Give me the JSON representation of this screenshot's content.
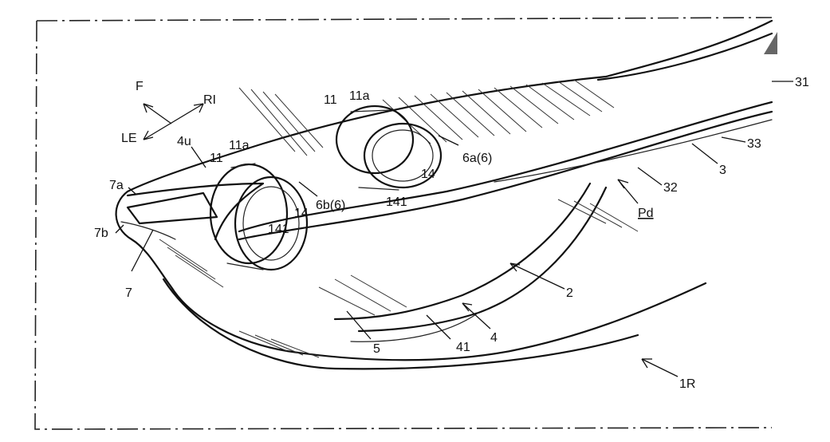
{
  "labels": {
    "direction_f": "F",
    "direction_ri": "RI",
    "direction_le": "LE",
    "ref_31": "31",
    "ref_33": "33",
    "ref_3": "3",
    "ref_32": "32",
    "ref_pd": "Pd",
    "ref_2": "2",
    "ref_4": "4",
    "ref_41": "41",
    "ref_5": "5",
    "ref_1r": "1R",
    "ref_7": "7",
    "ref_7a": "7a",
    "ref_7b": "7b",
    "ref_4u": "4u",
    "ref_11_left": "11",
    "ref_11a_left": "11a",
    "ref_11_right": "11",
    "ref_11a_right": "11a",
    "ref_6a": "6a(6)",
    "ref_6b": "6b(6)",
    "ref_14_left": "14",
    "ref_14_right": "14",
    "ref_141_left": "141",
    "ref_141_right": "141"
  },
  "colors": {
    "ink": "#111111",
    "paper": "#ffffff"
  }
}
